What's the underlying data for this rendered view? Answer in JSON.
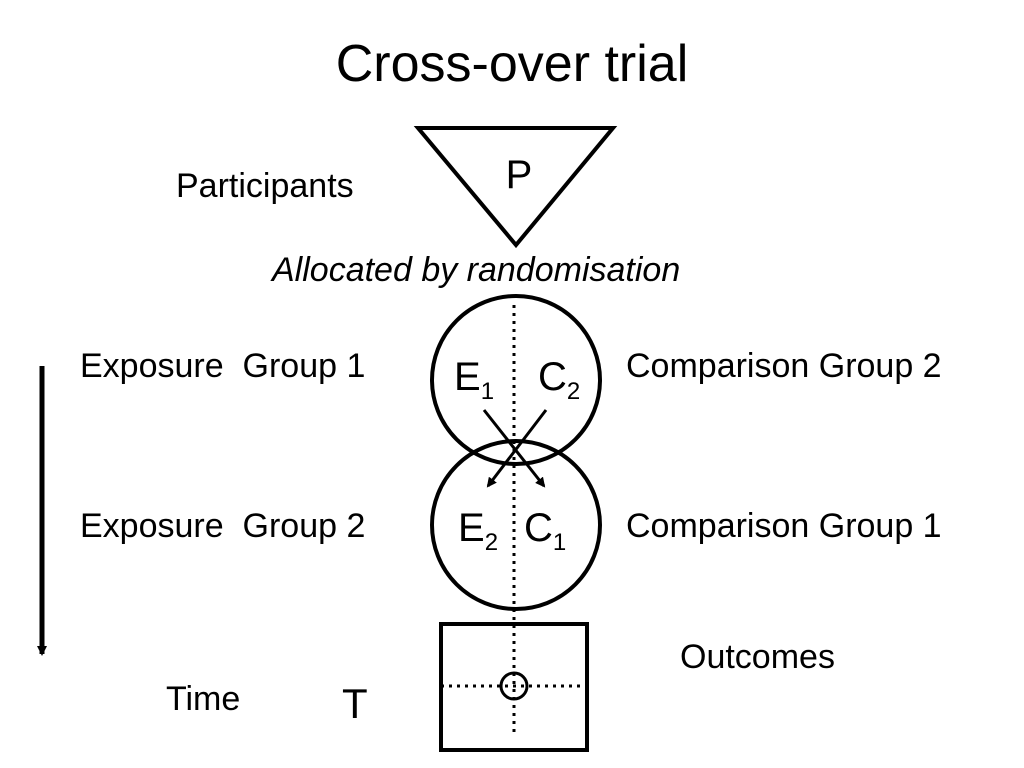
{
  "title": "Cross-over trial",
  "participants_label": "Participants",
  "participants_symbol": "P",
  "allocation_label": "Allocated by randomisation",
  "rows": [
    {
      "left_label": "Exposure  Group 1",
      "left_symbol": {
        "letter": "E",
        "subscript": "1"
      },
      "right_symbol": {
        "letter": "C",
        "subscript": "2"
      },
      "right_label": "Comparison Group 2"
    },
    {
      "left_label": "Exposure  Group 2",
      "left_symbol": {
        "letter": "E",
        "subscript": "2"
      },
      "right_symbol": {
        "letter": "C",
        "subscript": "1"
      },
      "right_label": "Comparison Group 1"
    }
  ],
  "outcomes_label": "Outcomes",
  "time_label": "Time",
  "time_symbol": "T"
}
